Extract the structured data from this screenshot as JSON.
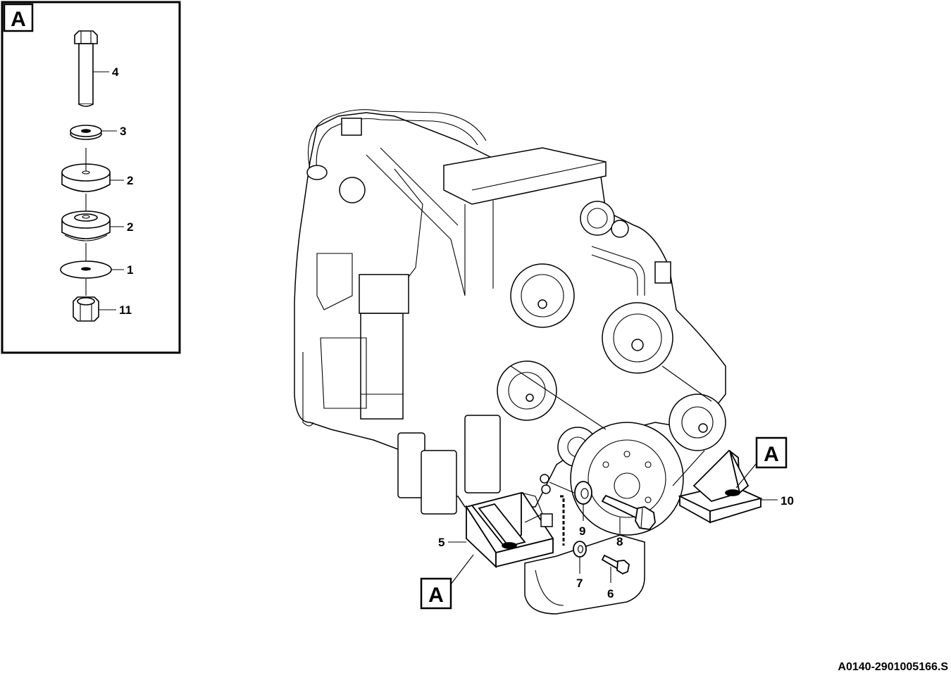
{
  "detail": {
    "label": "A",
    "items": [
      {
        "id": "4"
      },
      {
        "id": "3"
      },
      {
        "id": "2a",
        "number": "2"
      },
      {
        "id": "2b",
        "number": "2"
      },
      {
        "id": "1"
      },
      {
        "id": "11"
      }
    ]
  },
  "callouts": {
    "c5": "5",
    "c6": "6",
    "c7": "7",
    "c8": "8",
    "c9": "9",
    "c10": "10"
  },
  "references": {
    "left": "A",
    "right": "A"
  },
  "drawing_number": "A0140-2901005166.S"
}
